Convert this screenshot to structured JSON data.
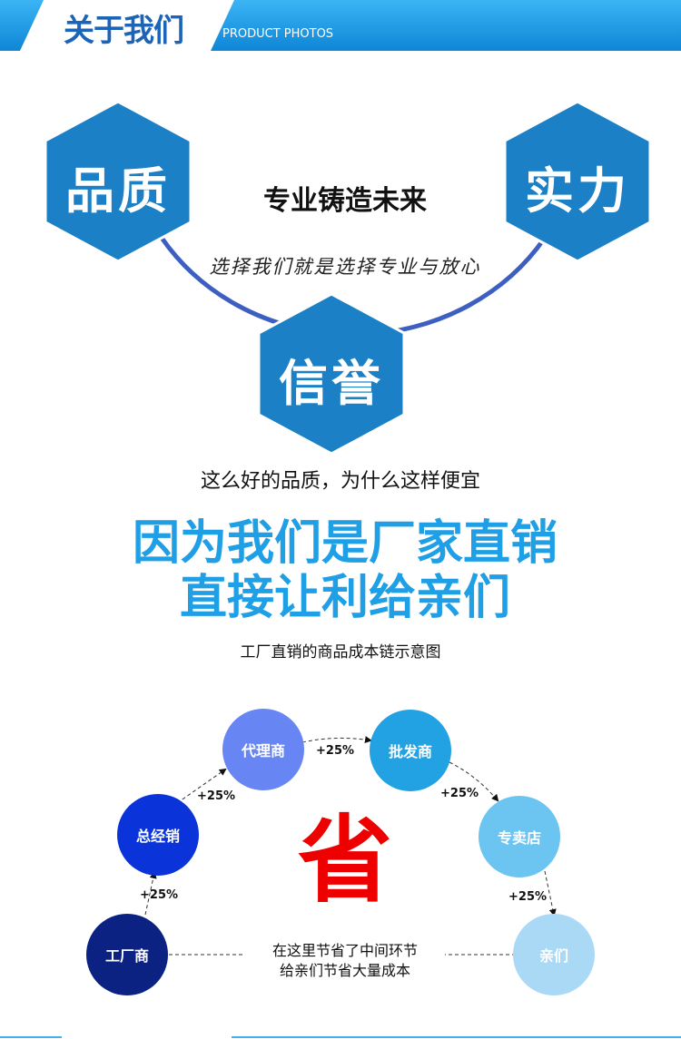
{
  "header": {
    "title": "关于我们",
    "subtitle": "PRODUCT PHOTOS"
  },
  "hexagons": [
    {
      "label": "品质"
    },
    {
      "label": "实力"
    },
    {
      "label": "信誉"
    }
  ],
  "slogan": "专业铸造未来",
  "tagline": "选择我们就是选择专业与放心",
  "question": "这么好的品质，为什么这样便宜",
  "headline1": "因为我们是厂家直销",
  "headline2": "直接让利给亲们",
  "diagram_title": "工厂直销的商品成本链示意图",
  "chain": [
    {
      "label": "工厂商",
      "color": "#0b2283"
    },
    {
      "label": "总经销",
      "color": "#0a33d9"
    },
    {
      "label": "代理商",
      "color": "#6786f4"
    },
    {
      "label": "批发商",
      "color": "#22a2e2"
    },
    {
      "label": "专卖店",
      "color": "#6cc5f1"
    },
    {
      "label": "亲们",
      "color": "#a9d9f5"
    }
  ],
  "markup": [
    "+25%",
    "+25%",
    "+25%",
    "+25%",
    "+25%"
  ],
  "save_char": "省",
  "save_note1": "在这里节省了中间环节",
  "save_note2": "给亲们节省大量成本",
  "colors": {
    "hex": "#1b80c6",
    "arc": "#3e5fc2",
    "headline": "#1e9fe6",
    "save": "#ee0000"
  }
}
